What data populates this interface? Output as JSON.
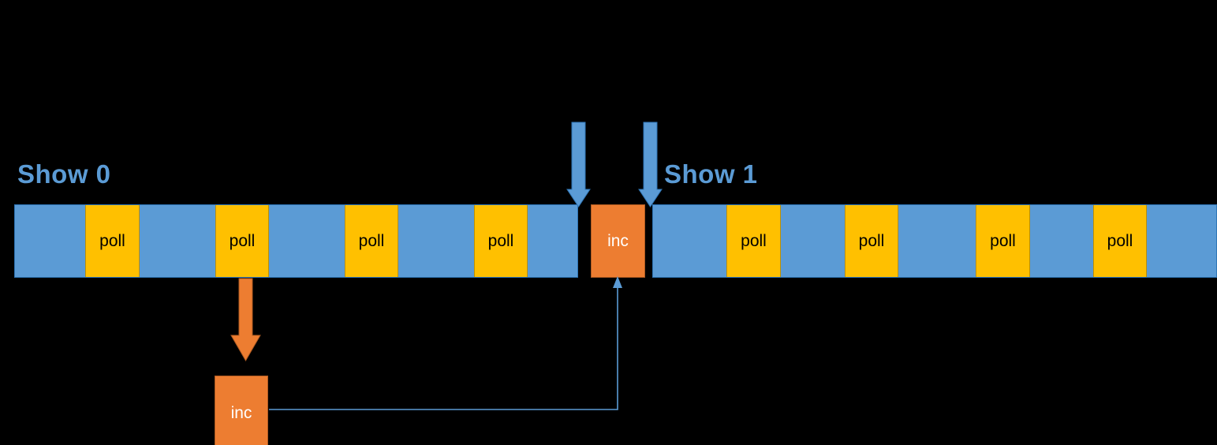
{
  "diagram": {
    "title_show0": "Show 0",
    "title_show1": "Show 1",
    "background_color": "#000000",
    "colors": {
      "idle_blue": "#5B9BD5",
      "poll_yellow": "#FFC000",
      "inc_orange": "#ED7D31",
      "blue_border": "#2E75B6",
      "yellow_border": "#BF9000",
      "orange_border": "#AE5A21",
      "label_blue": "#5B9BD5",
      "connector_blue": "#5B9BD5"
    },
    "timelines": [
      {
        "name": "show0",
        "label": "Show 0",
        "cells": [
          {
            "kind": "idle",
            "label": ""
          },
          {
            "kind": "poll",
            "label": "poll"
          },
          {
            "kind": "idle",
            "label": ""
          },
          {
            "kind": "poll",
            "label": "poll"
          },
          {
            "kind": "idle",
            "label": ""
          },
          {
            "kind": "poll",
            "label": "poll"
          },
          {
            "kind": "idle",
            "label": ""
          },
          {
            "kind": "poll",
            "label": "poll"
          },
          {
            "kind": "idle",
            "label": ""
          }
        ]
      },
      {
        "name": "show1",
        "label": "Show 1",
        "cells": [
          {
            "kind": "idle",
            "label": ""
          },
          {
            "kind": "poll",
            "label": "poll"
          },
          {
            "kind": "idle",
            "label": ""
          },
          {
            "kind": "poll",
            "label": "poll"
          },
          {
            "kind": "idle",
            "label": ""
          },
          {
            "kind": "poll",
            "label": "poll"
          },
          {
            "kind": "idle",
            "label": ""
          },
          {
            "kind": "poll",
            "label": "poll"
          },
          {
            "kind": "idle",
            "label": ""
          }
        ]
      }
    ],
    "inc_top": {
      "label": "inc"
    },
    "inc_bottom": {
      "label": "inc"
    },
    "arrows": [
      {
        "name": "blue-arrow-into-inc",
        "direction": "down",
        "color": "#5B9BD5"
      },
      {
        "name": "blue-arrow-into-show1",
        "direction": "down",
        "color": "#5B9BD5"
      },
      {
        "name": "orange-arrow-poll-to-inc",
        "direction": "down",
        "color": "#ED7D31"
      },
      {
        "name": "blue-connector-inc-to-inc",
        "direction": "up",
        "color": "#5B9BD5"
      }
    ]
  }
}
